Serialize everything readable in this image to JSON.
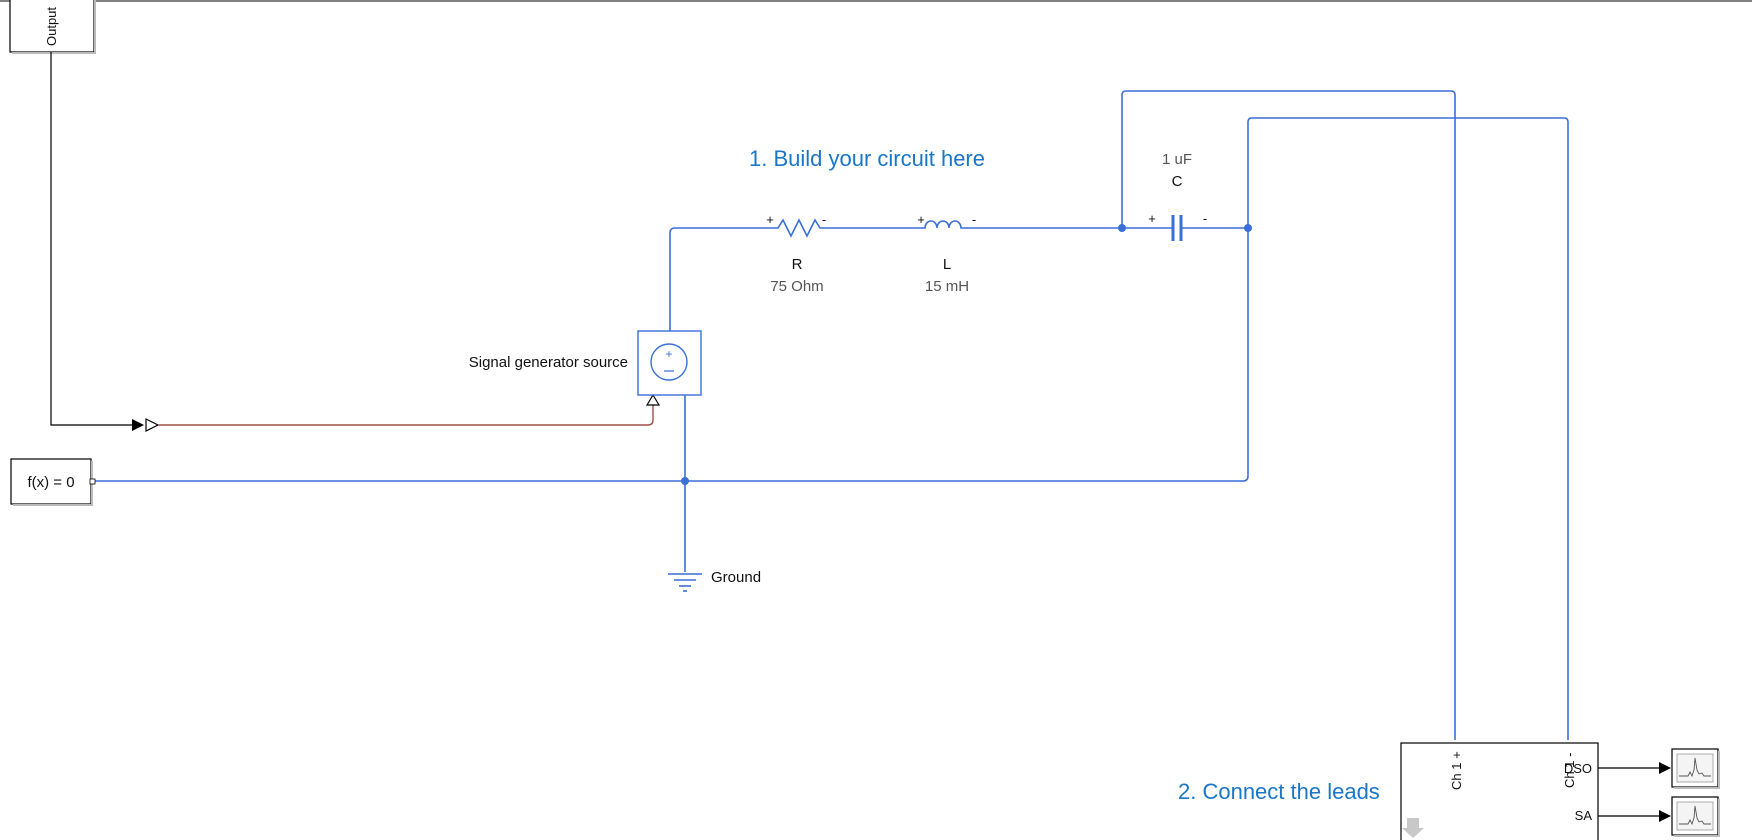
{
  "annotations": {
    "build": "1. Build your circuit here",
    "connect": "2. Connect the leads"
  },
  "blocks": {
    "output_port": "Output",
    "solver": "f(x) = 0",
    "source": "Signal generator source",
    "ground": "Ground",
    "resistor": {
      "name": "R",
      "value": "75 Ohm"
    },
    "inductor": {
      "name": "L",
      "value": "15 mH"
    },
    "capacitor": {
      "name": "C",
      "value": "1 uF"
    }
  },
  "polarity": {
    "plus": "+",
    "minus": "-"
  },
  "scope": {
    "ch_plus": "Ch 1 +",
    "ch_minus": "Ch 1 -",
    "dso": "DSO",
    "sa": "SA"
  },
  "colors": {
    "wire": "#3a6fd8",
    "annotation": "#1976c8",
    "physical_signal": "#a0504a"
  }
}
